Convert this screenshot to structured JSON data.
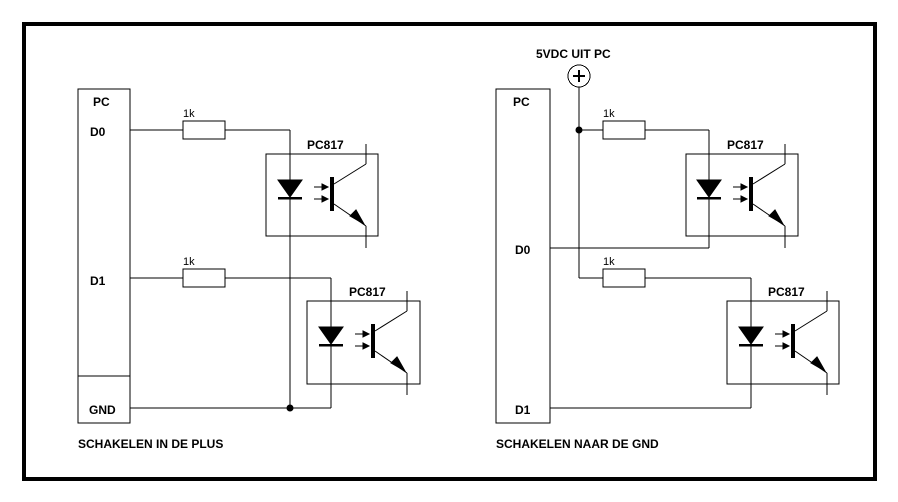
{
  "colors": {
    "ink": "#000000",
    "background": "#ffffff"
  },
  "left": {
    "pc_label": "PC",
    "pin_d0": "D0",
    "pin_d1": "D1",
    "pin_gnd": "GND",
    "resistor_top": "1k",
    "resistor_bottom": "1k",
    "opto_top": "PC817",
    "opto_bottom": "PC817",
    "caption": "SCHAKELEN IN DE PLUS"
  },
  "right": {
    "supply_label": "5VDC UIT PC",
    "supply_symbol": "+",
    "pc_label": "PC",
    "pin_d0": "D0",
    "pin_d1": "D1",
    "resistor_top": "1k",
    "resistor_bottom": "1k",
    "opto_top": "PC817",
    "opto_bottom": "PC817",
    "caption": "SCHAKELEN NAAR DE GND"
  }
}
